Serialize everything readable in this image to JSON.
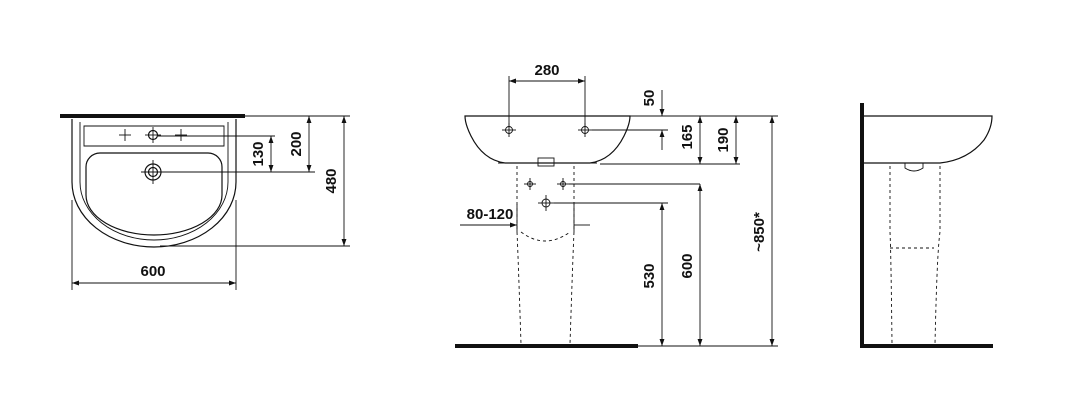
{
  "top_view": {
    "width_label": "600",
    "depth_label": "480",
    "dim_130": "130",
    "dim_200": "200"
  },
  "front_view": {
    "tap_spacing_label": "280",
    "dim_50": "50",
    "dim_165": "165",
    "dim_190": "190",
    "drain_offset_label": "80-120",
    "dim_530": "530",
    "dim_600": "600",
    "total_height_label": "~850*"
  }
}
